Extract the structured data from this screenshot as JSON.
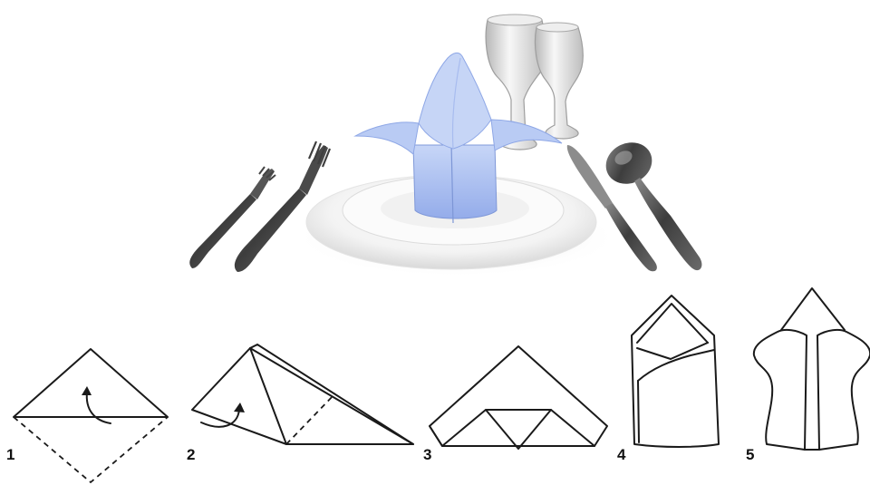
{
  "illustration": {
    "items": [
      "fork",
      "fork",
      "plate",
      "napkin",
      "wine-glass",
      "wine-glass",
      "knife",
      "spoon"
    ],
    "colors": {
      "napkin": "#a9bff0",
      "napkin_shade": "#8ea7e6",
      "silverware": "#4a4a4a",
      "plate": "#f2f2f2",
      "glass": "#d9d9d9"
    }
  },
  "steps": [
    {
      "number": "1"
    },
    {
      "number": "2"
    },
    {
      "number": "3"
    },
    {
      "number": "4"
    },
    {
      "number": "5"
    }
  ]
}
